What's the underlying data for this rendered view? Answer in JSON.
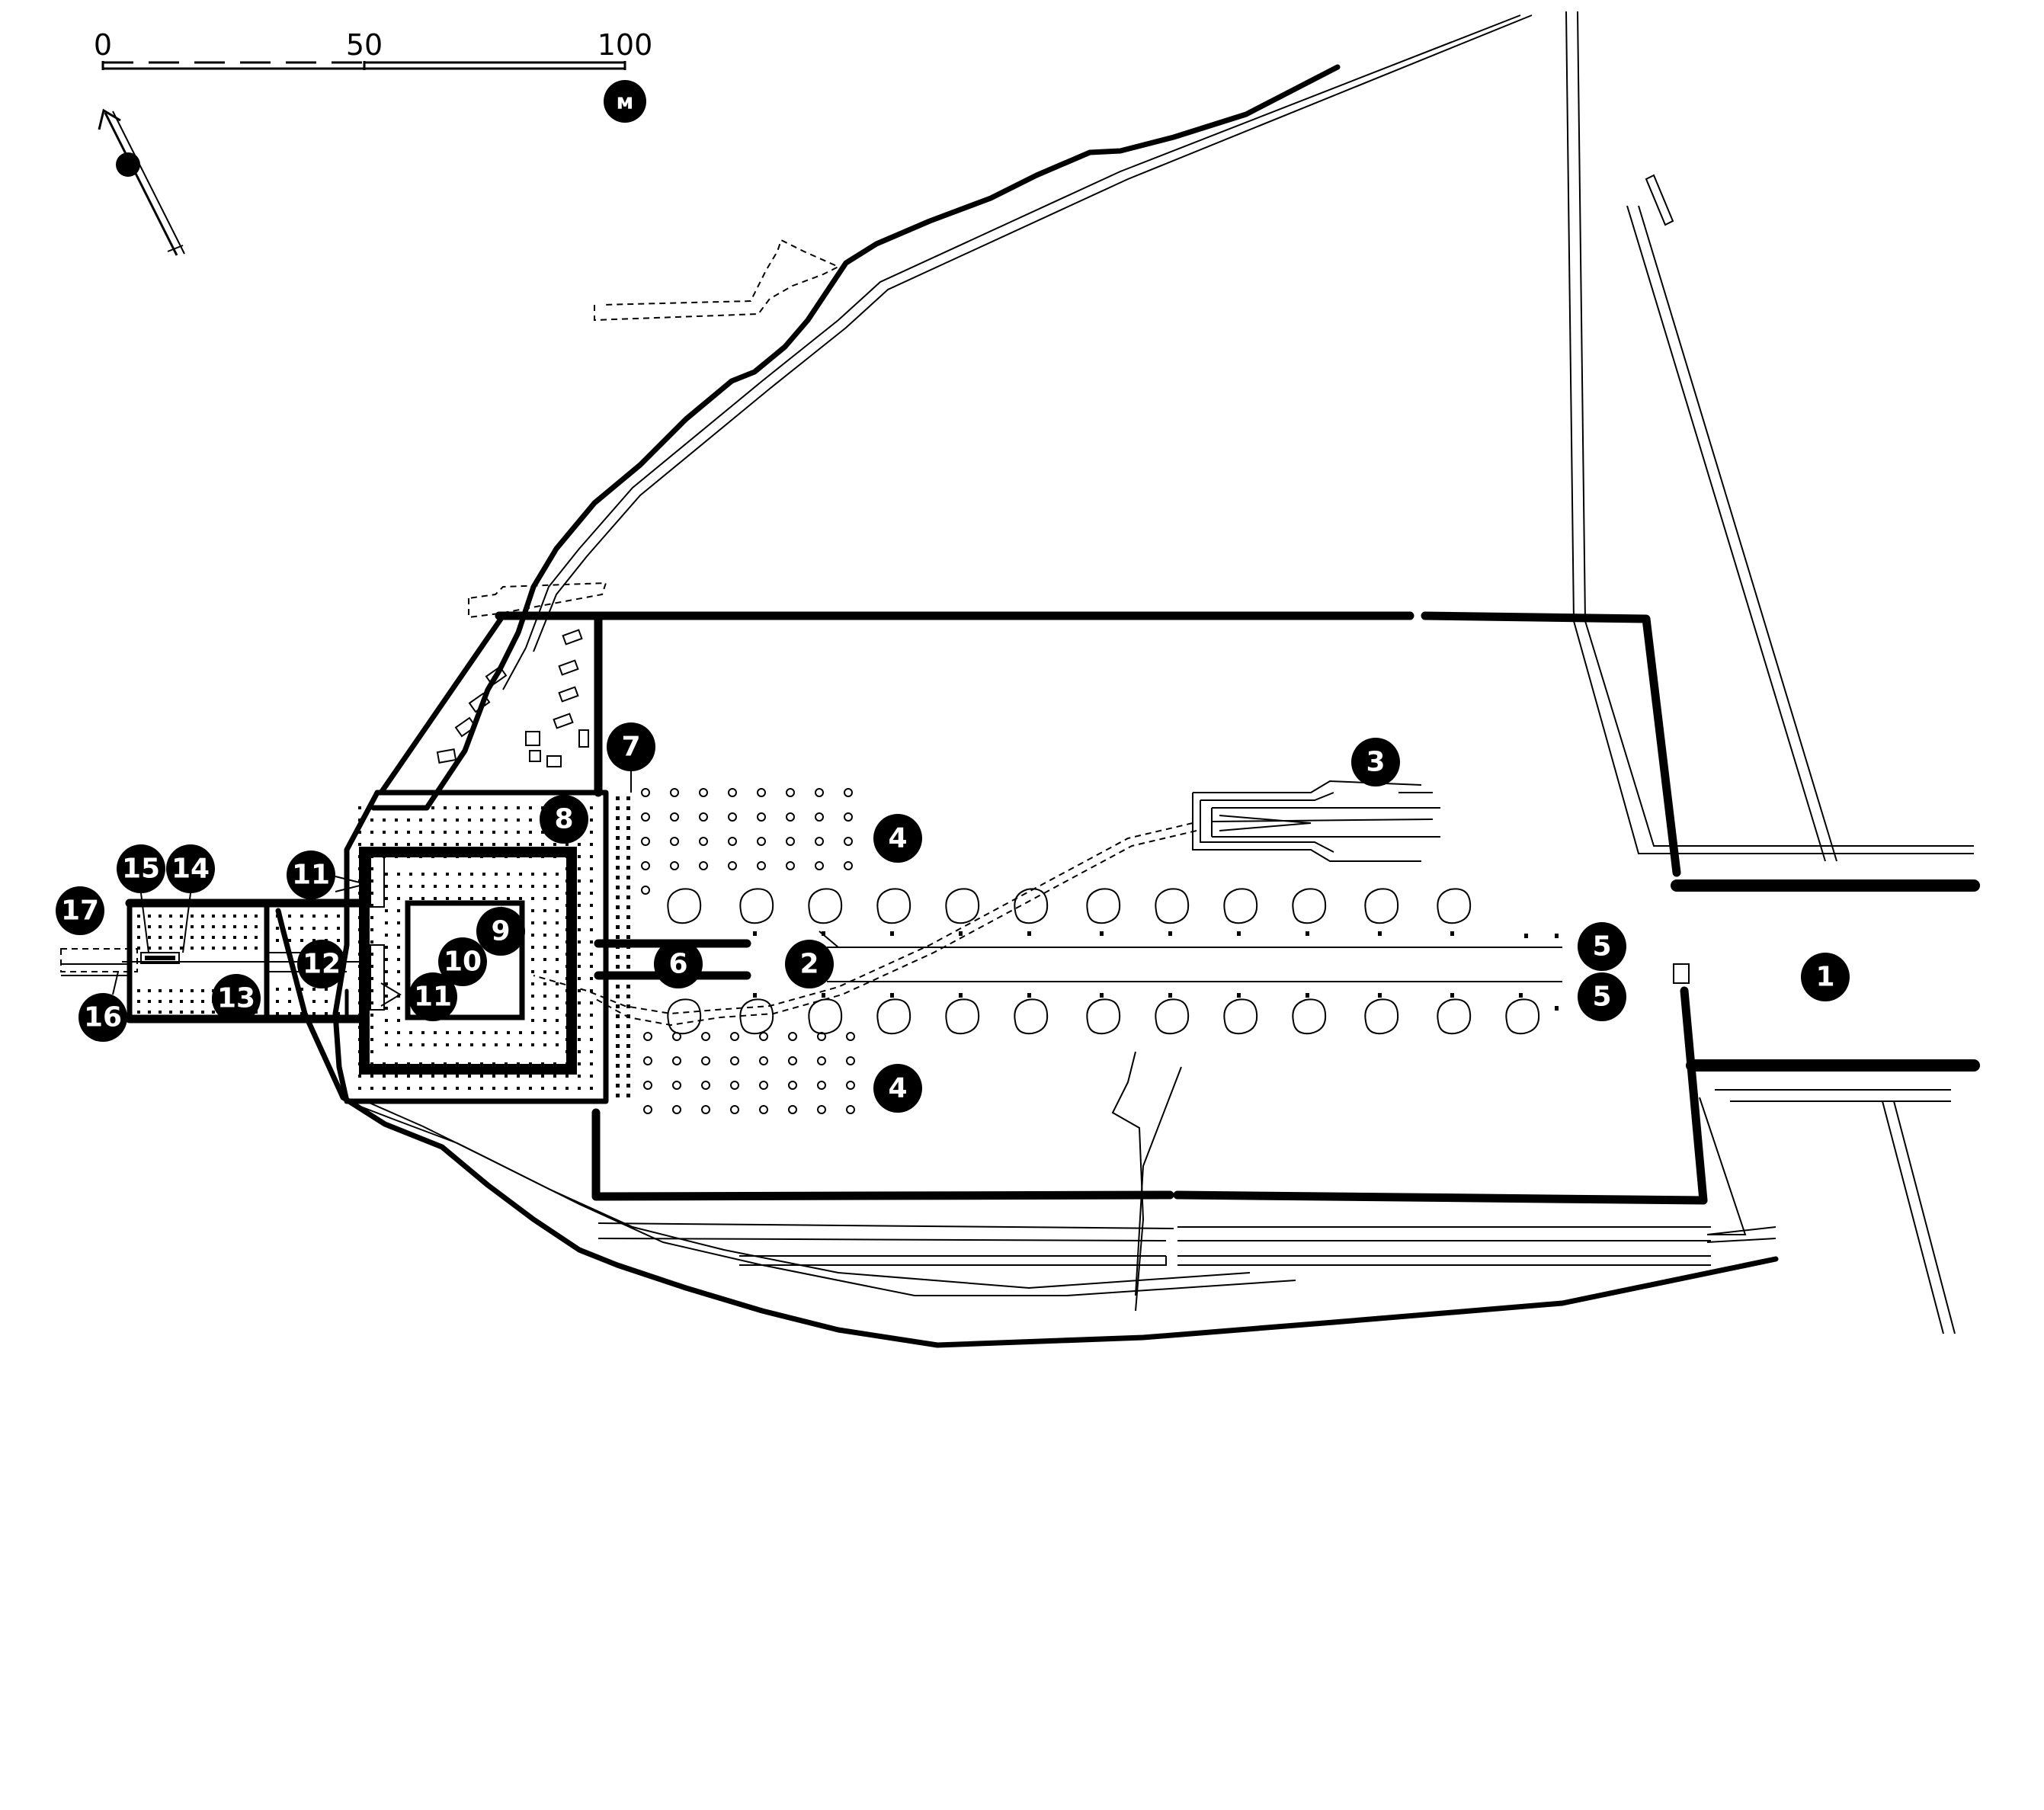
{
  "scale_bar": {
    "ticks": [
      "0",
      "50",
      "100"
    ],
    "unit": "м"
  },
  "labels": [
    {
      "id": "l1",
      "text": "1"
    },
    {
      "id": "l2",
      "text": "2"
    },
    {
      "id": "l3",
      "text": "3"
    },
    {
      "id": "l4a",
      "text": "4"
    },
    {
      "id": "l4b",
      "text": "4"
    },
    {
      "id": "l5a",
      "text": "5"
    },
    {
      "id": "l5b",
      "text": "5"
    },
    {
      "id": "l6",
      "text": "6"
    },
    {
      "id": "l7",
      "text": "7"
    },
    {
      "id": "l8",
      "text": "8"
    },
    {
      "id": "l9",
      "text": "9"
    },
    {
      "id": "l10",
      "text": "10"
    },
    {
      "id": "l11a",
      "text": "11"
    },
    {
      "id": "l11b",
      "text": "11"
    },
    {
      "id": "l12",
      "text": "12"
    },
    {
      "id": "l13",
      "text": "13"
    },
    {
      "id": "l14",
      "text": "14"
    },
    {
      "id": "l15",
      "text": "15"
    },
    {
      "id": "l16",
      "text": "16"
    },
    {
      "id": "l17",
      "text": "17"
    }
  ]
}
